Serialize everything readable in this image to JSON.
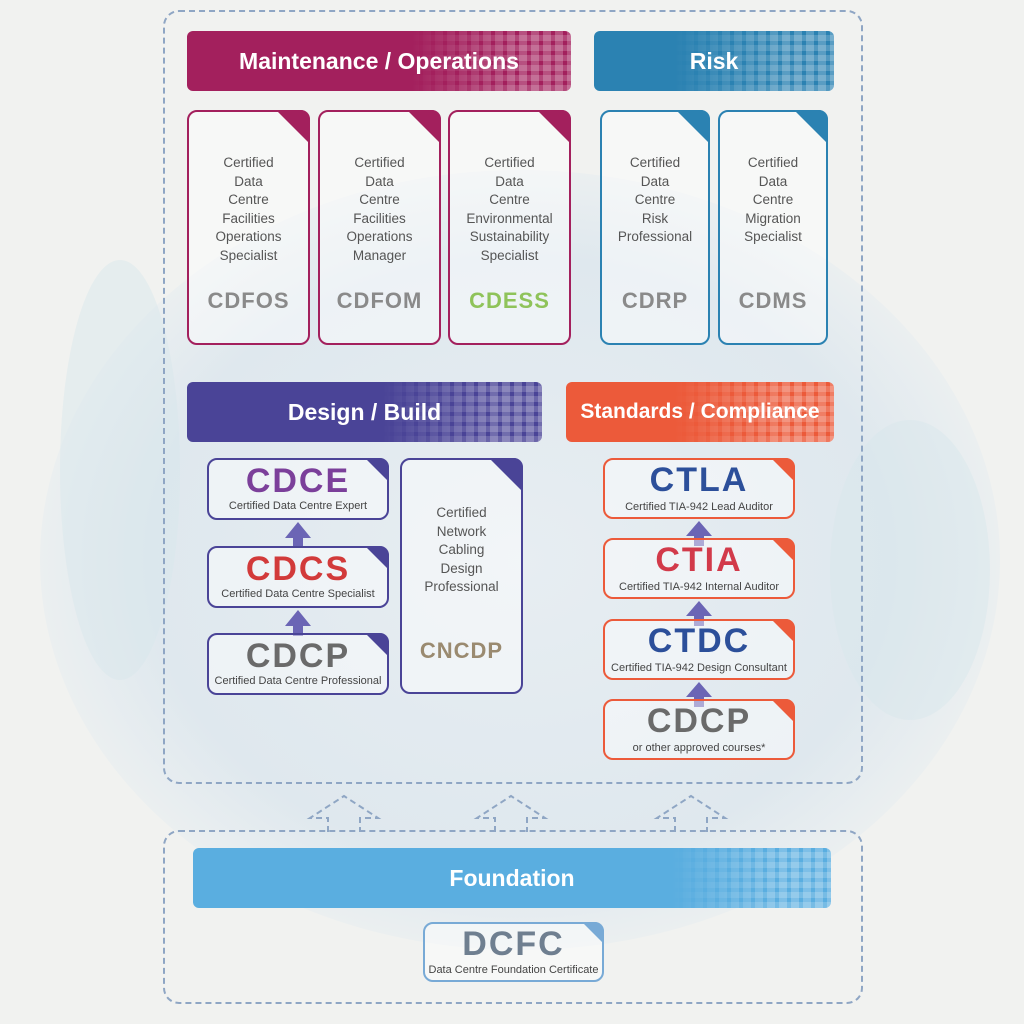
{
  "colors": {
    "maintenance": "#a3205d",
    "risk": "#2b82b2",
    "design": "#4a4497",
    "standards": "#ec5a3a",
    "foundation": "#5aaee0",
    "foundation_card": "#78aad6"
  },
  "headers": {
    "maintenance": "Maintenance / Operations",
    "risk": "Risk",
    "design": "Design / Build",
    "standards": "Standards / Compliance",
    "foundation": "Foundation"
  },
  "maintenance_cards": [
    {
      "lines": [
        "Certified",
        "Data",
        "Centre",
        "Facilities",
        "Operations",
        "Specialist"
      ],
      "code": "CDFOS"
    },
    {
      "lines": [
        "Certified",
        "Data",
        "Centre",
        "Facilities",
        "Operations",
        "Manager"
      ],
      "code": "CDFOM"
    },
    {
      "lines": [
        "Certified",
        "Data",
        "Centre",
        "Environmental",
        "Sustainability",
        "Specialist"
      ],
      "code": "CDESS"
    }
  ],
  "risk_cards": [
    {
      "lines": [
        "Certified",
        "Data",
        "Centre",
        "Risk",
        "Professional"
      ],
      "code": "CDRP"
    },
    {
      "lines": [
        "Certified",
        "Data",
        "Centre",
        "Migration",
        "Specialist"
      ],
      "code": "CDMS"
    }
  ],
  "design_ladder": [
    {
      "code": "CDCE",
      "label": "Certified Data Centre Expert"
    },
    {
      "code": "CDCS",
      "label": "Certified Data Centre Specialist"
    },
    {
      "code": "CDCP",
      "label": "Certified Data Centre Professional"
    }
  ],
  "cncdp": {
    "lines": [
      "Certified",
      "Network",
      "Cabling",
      "Design",
      "Professional"
    ],
    "code": "CNCDP"
  },
  "standards_ladder": [
    {
      "code": "CTLA",
      "label": "Certified TIA-942 Lead Auditor"
    },
    {
      "code": "CTIA",
      "label": "Certified TIA-942 Internal Auditor"
    },
    {
      "code": "CTDC",
      "label": "Certified TIA-942 Design Consultant"
    },
    {
      "code": "CDCP",
      "label": "or other approved courses*"
    }
  ],
  "foundation_card": {
    "code": "DCFC",
    "label": "Data Centre Foundation Certificate"
  }
}
